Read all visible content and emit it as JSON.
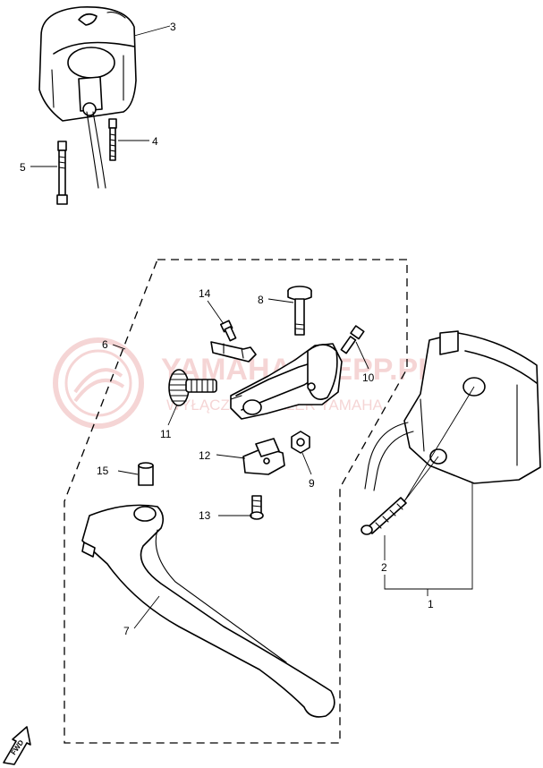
{
  "callouts": {
    "c1": "1",
    "c2": "2",
    "c3": "3",
    "c4": "4",
    "c5": "5",
    "c6": "6",
    "c7": "7",
    "c8": "8",
    "c9": "9",
    "c10": "10",
    "c11": "11",
    "c12": "12",
    "c13": "13",
    "c14": "14",
    "c15": "15"
  },
  "watermark": {
    "brand": "YAMAHAKLEPP.PL",
    "tagline": "WYŁĄCZNY DEALER YAMAHA"
  },
  "direction_badge": {
    "label": "FWD"
  },
  "colors": {
    "line": "#000000",
    "watermark": "#e9a4a4",
    "background": "#ffffff"
  }
}
